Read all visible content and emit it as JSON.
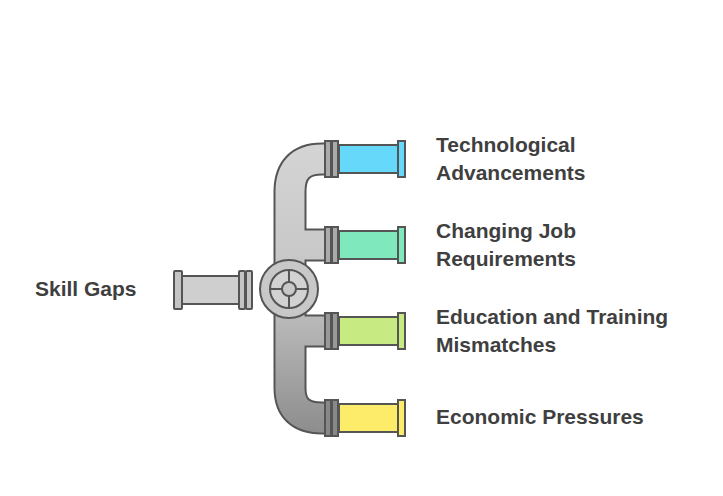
{
  "diagram": {
    "labels": [
      "Skill Gaps",
      "Technological Advancements",
      "Changing Job Requirements",
      "Education and Training Mismatches",
      "Economic Pressures"
    ]
  }
}
